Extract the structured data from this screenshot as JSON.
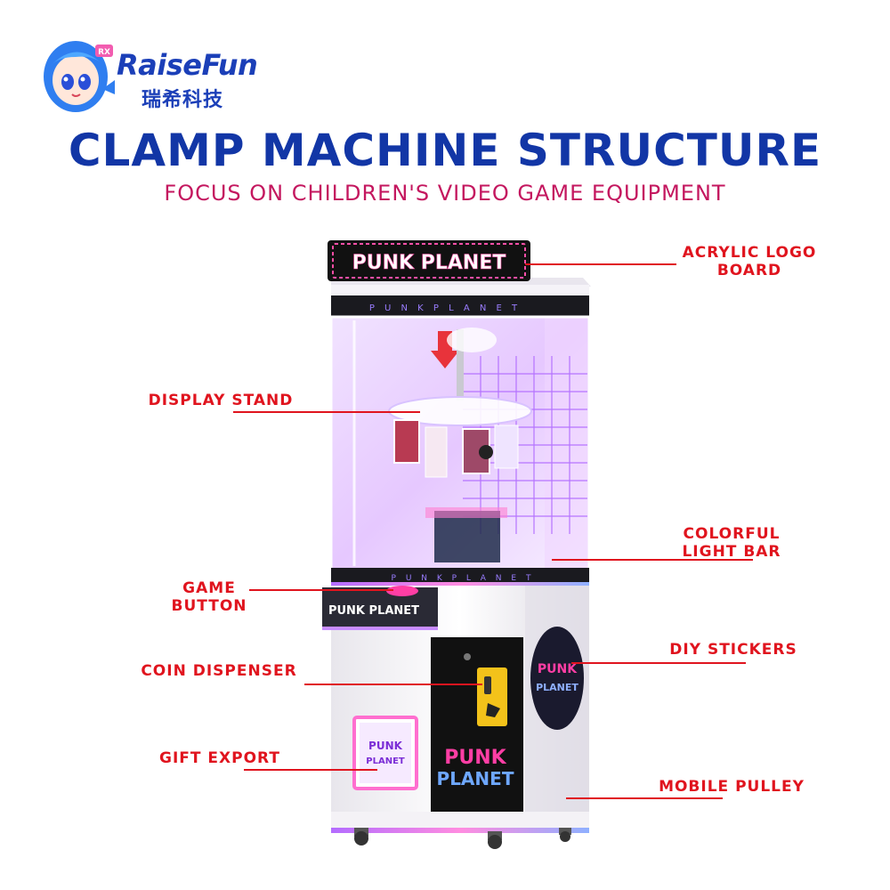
{
  "brand": {
    "name_en": "RaiseFun",
    "name_cn": "瑞希科技",
    "badge": "RX"
  },
  "header": {
    "title": "CLAMP MACHINE STRUCTURE",
    "subtitle": "FOCUS ON CHILDREN'S VIDEO GAME EQUIPMENT"
  },
  "machine": {
    "logo_board_text": "PUNK PLANET",
    "strip_text": "P U N K   P L A N E T",
    "button_panel_text": "PUNK PLANET",
    "side_sticker_line1": "PUNK",
    "side_sticker_line2": "PLANET",
    "door_sticker_line1": "PUNK",
    "door_sticker_line2": "PLANET",
    "gift_sticker_line1": "PUNK",
    "gift_sticker_line2": "PLANET",
    "colors": {
      "cabinet": "#f4f2f6",
      "glow": "#d77cff",
      "accent_pink": "#ff3ea5",
      "door": "#111111",
      "coin": "#f3c21a"
    }
  },
  "callouts": {
    "acrylic_logo_board": "ACRYLIC LOGO\nBOARD",
    "display_stand": "DISPLAY STAND",
    "colorful_light_bar": "COLORFUL\nLIGHT BAR",
    "game_button": "GAME\nBUTTON",
    "diy_stickers": "DIY STICKERS",
    "coin_dispenser": "COIN DISPENSER",
    "gift_export": "GIFT EXPORT",
    "mobile_pulley": "MOBILE PULLEY"
  }
}
